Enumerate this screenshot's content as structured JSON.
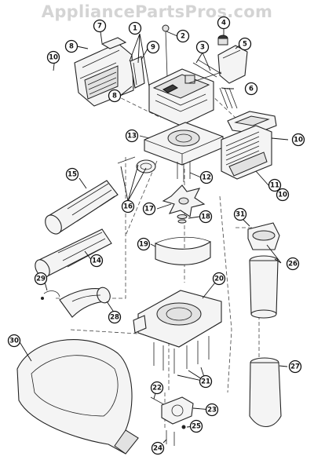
{
  "watermark": "AppliancePartsPros.com",
  "callouts": [
    {
      "id": "1"
    },
    {
      "id": "2"
    },
    {
      "id": "3"
    },
    {
      "id": "4"
    },
    {
      "id": "5"
    },
    {
      "id": "6"
    },
    {
      "id": "7"
    },
    {
      "id": "8a",
      "label": "8"
    },
    {
      "id": "8b",
      "label": "8"
    },
    {
      "id": "9"
    },
    {
      "id": "10a",
      "label": "10"
    },
    {
      "id": "10b",
      "label": "10"
    },
    {
      "id": "10c",
      "label": "10"
    },
    {
      "id": "11"
    },
    {
      "id": "12"
    },
    {
      "id": "13"
    },
    {
      "id": "14"
    },
    {
      "id": "15"
    },
    {
      "id": "16"
    },
    {
      "id": "17"
    },
    {
      "id": "18"
    },
    {
      "id": "19"
    },
    {
      "id": "20"
    },
    {
      "id": "21"
    },
    {
      "id": "22"
    },
    {
      "id": "23"
    },
    {
      "id": "24"
    },
    {
      "id": "25"
    },
    {
      "id": "26"
    },
    {
      "id": "27"
    },
    {
      "id": "28"
    },
    {
      "id": "29"
    },
    {
      "id": "30"
    },
    {
      "id": "31"
    }
  ]
}
